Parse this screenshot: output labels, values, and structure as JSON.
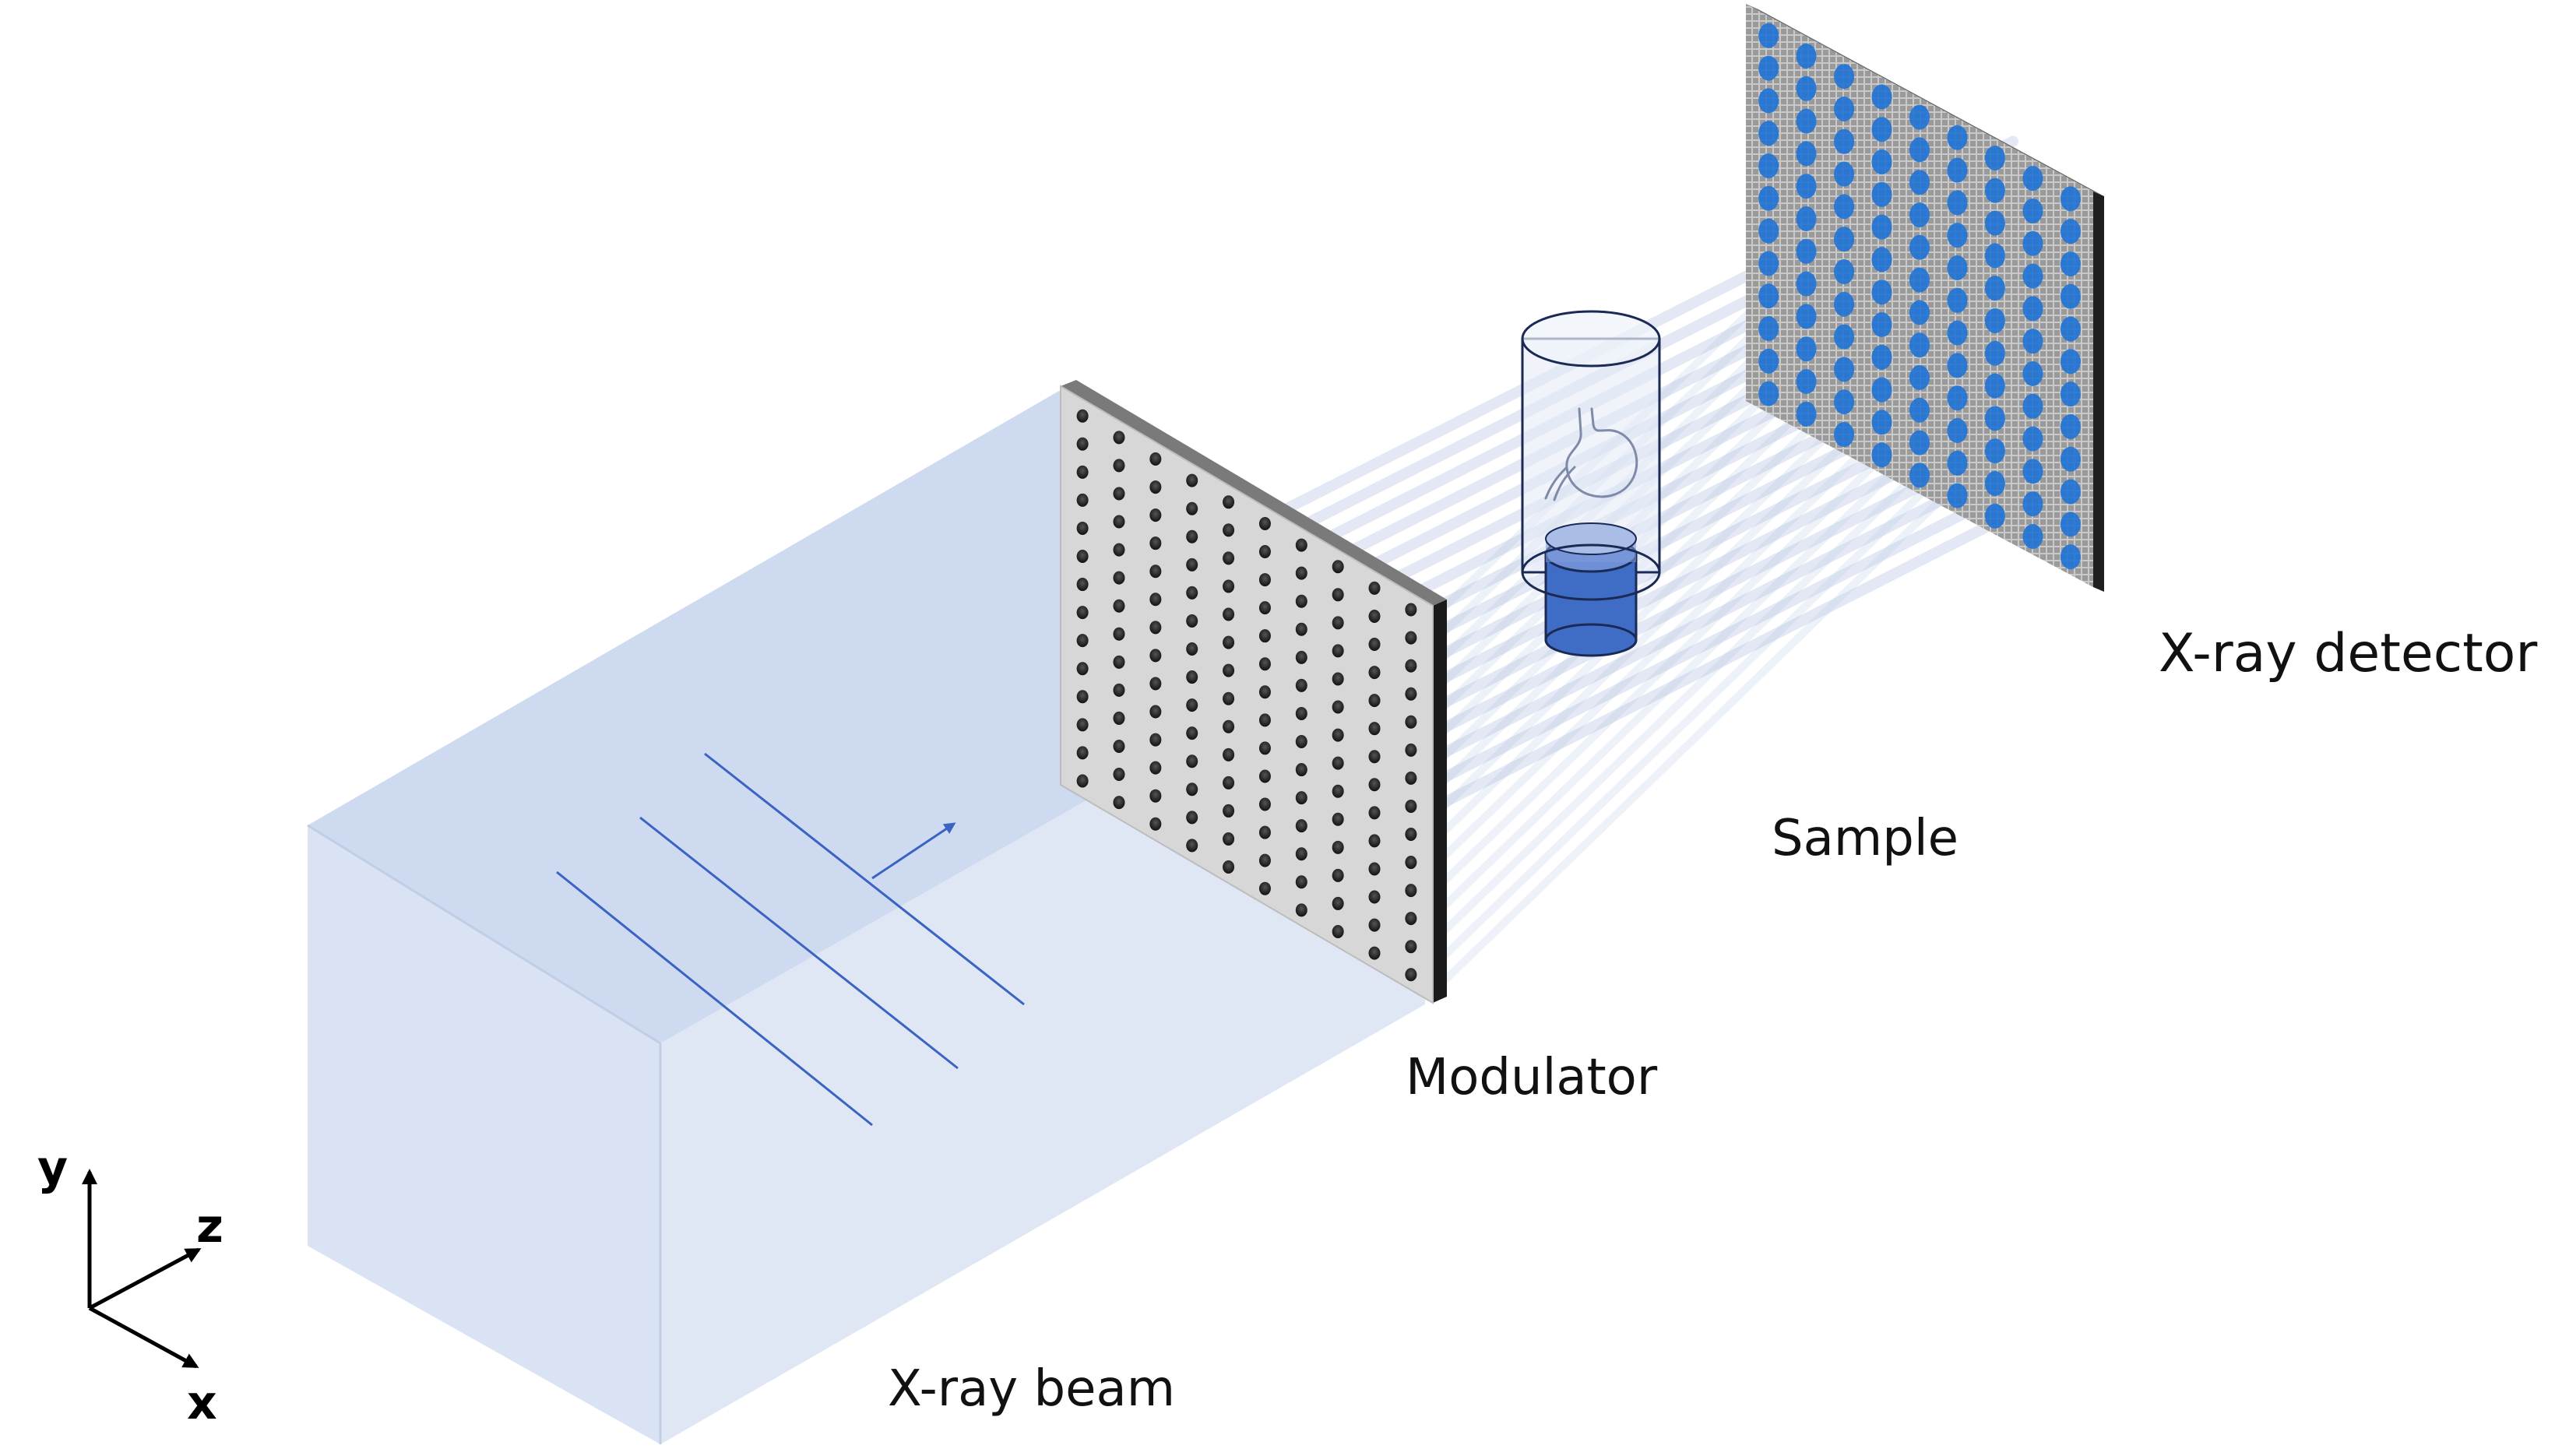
{
  "labels": {
    "xray_detector": "X-ray detector",
    "sample": "Sample",
    "modulator": "Modulator",
    "xray_beam": "X-ray beam"
  },
  "axes": {
    "y": "y",
    "z": "z",
    "x": "x"
  },
  "colors": {
    "beam": "#c9d6ec",
    "beam_lines": "#3a63c4",
    "modulator_face": "#d7d7d7",
    "frame_dark": "#2a2a2a",
    "detector_spot": "#1f73d6",
    "sample_blue": "#3f6cc4"
  },
  "modulator_grid": {
    "rows": 14,
    "cols": 10
  },
  "detector_grid": {
    "rows": 12,
    "cols": 9
  },
  "icons": [
    "stomach-icon",
    "axis-triad-icon"
  ]
}
